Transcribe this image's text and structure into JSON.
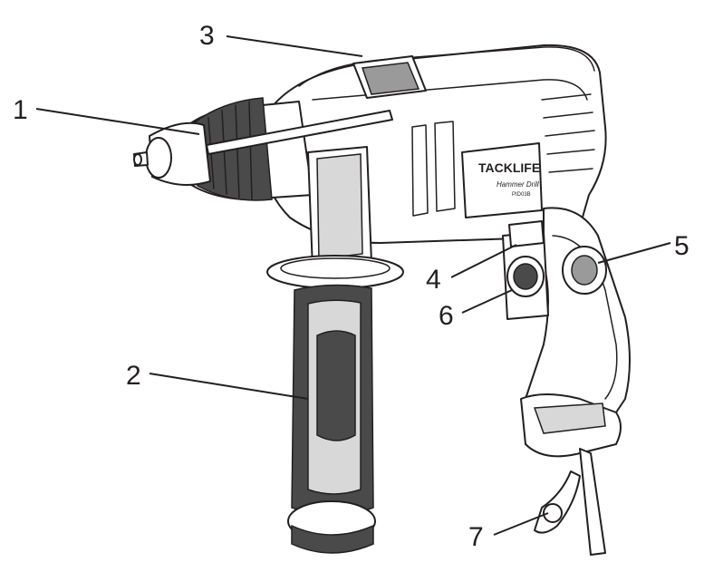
{
  "brand": {
    "logo_text": "TACKLIFE",
    "model_title": "Hammer Drill",
    "model_code": "PID03B"
  },
  "callouts": [
    {
      "id": "1",
      "label": "1",
      "part": "chuck-icon"
    },
    {
      "id": "2",
      "label": "2",
      "part": "auxiliary-handle-icon"
    },
    {
      "id": "3",
      "label": "3",
      "part": "depth-gauge-icon"
    },
    {
      "id": "4",
      "label": "4",
      "part": "mode-switch-icon"
    },
    {
      "id": "5",
      "label": "5",
      "part": "lock-button-icon"
    },
    {
      "id": "6",
      "label": "6",
      "part": "speed-dial-icon"
    },
    {
      "id": "7",
      "label": "7",
      "part": "cable-guard-icon"
    }
  ],
  "colors": {
    "line": "#231f20",
    "dark_grip": "#4a4a4a",
    "mid_grey": "#9a9a9a",
    "light_grey": "#d8d8d8"
  }
}
